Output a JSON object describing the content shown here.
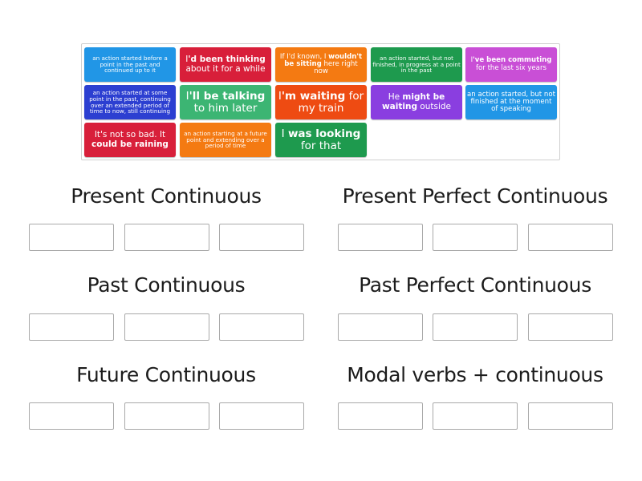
{
  "cards": [
    {
      "id": "c1",
      "color": "#2196e6",
      "size": "f-xs",
      "parts": [
        {
          "t": "an action started before a point in the past and continued up to it",
          "b": false
        }
      ]
    },
    {
      "id": "c2",
      "color": "#d81f3a",
      "size": "f-md",
      "parts": [
        {
          "t": "I",
          "b": false
        },
        {
          "t": "'d been thinking",
          "b": true
        },
        {
          "t": " about it for a while",
          "b": false
        }
      ]
    },
    {
      "id": "c3",
      "color": "#f47a12",
      "size": "f-sm",
      "parts": [
        {
          "t": "If I'd known, I ",
          "b": false
        },
        {
          "t": "wouldn't be sitting",
          "b": true
        },
        {
          "t": " here right now",
          "b": false
        }
      ]
    },
    {
      "id": "c4",
      "color": "#1e9a4e",
      "size": "f-xs",
      "parts": [
        {
          "t": "an action started, but not finished, in progress at a point in the past",
          "b": false
        }
      ]
    },
    {
      "id": "c5",
      "color": "#c94fd6",
      "size": "f-sm",
      "parts": [
        {
          "t": "I",
          "b": false
        },
        {
          "t": "'ve been commuting",
          "b": true
        },
        {
          "t": " for the last six years",
          "b": false
        }
      ]
    },
    {
      "id": "c6",
      "color": "#2c3fd1",
      "size": "f-xs",
      "parts": [
        {
          "t": "an action started at some point in the past, continuing over an extended period of time to now, still continuing",
          "b": false
        }
      ]
    },
    {
      "id": "c7",
      "color": "#3cb573",
      "size": "f-lg",
      "parts": [
        {
          "t": "I",
          "b": false
        },
        {
          "t": "'ll be talking",
          "b": true
        },
        {
          "t": " to him later",
          "b": false
        }
      ]
    },
    {
      "id": "c8",
      "color": "#ee4b12",
      "size": "f-lg",
      "parts": [
        {
          "t": "I",
          "b": false
        },
        {
          "t": "'m waiting",
          "b": true
        },
        {
          "t": " for my train",
          "b": false
        }
      ]
    },
    {
      "id": "c9",
      "color": "#8a3ee0",
      "size": "f-md",
      "parts": [
        {
          "t": "He ",
          "b": false
        },
        {
          "t": "might be waiting",
          "b": true
        },
        {
          "t": " outside",
          "b": false
        }
      ]
    },
    {
      "id": "c10",
      "color": "#2196e6",
      "size": "f-sm",
      "parts": [
        {
          "t": "an action started, but not finished at the moment of speaking",
          "b": false
        }
      ]
    },
    {
      "id": "c11",
      "color": "#d81f3a",
      "size": "f-md",
      "parts": [
        {
          "t": "It's not so bad. It ",
          "b": false
        },
        {
          "t": "could be raining",
          "b": true
        }
      ]
    },
    {
      "id": "c12",
      "color": "#f47a12",
      "size": "f-xs",
      "parts": [
        {
          "t": "an action starting at a future point and extending over a period of time",
          "b": false
        }
      ]
    },
    {
      "id": "c13",
      "color": "#1e9a4e",
      "size": "f-lg",
      "parts": [
        {
          "t": "I ",
          "b": false
        },
        {
          "t": "was looking",
          "b": true
        },
        {
          "t": " for that",
          "b": false
        }
      ]
    }
  ],
  "groups": [
    {
      "title": "Present Continuous"
    },
    {
      "title": "Present Perfect Continuous"
    },
    {
      "title": "Past Continuous"
    },
    {
      "title": "Past Perfect Continuous"
    },
    {
      "title": "Future Continuous"
    },
    {
      "title": "Modal verbs + continuous"
    }
  ]
}
